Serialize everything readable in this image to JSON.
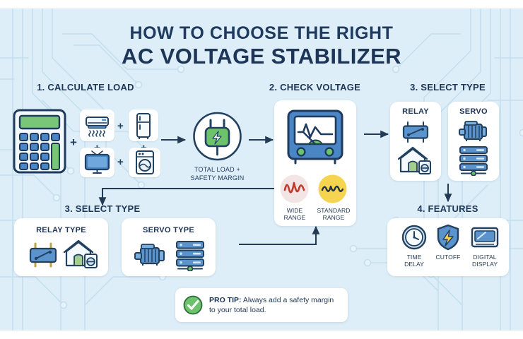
{
  "header": {
    "line1": "HOW TO CHOOSE THE RIGHT",
    "line2": "AC VOLTAGE STABILIZER"
  },
  "colors": {
    "background": "#ddeef8",
    "title": "#1d3557",
    "accent_blue": "#4a86c5",
    "accent_green": "#6cc36b",
    "card_white": "#ffffff",
    "arrow": "#243b55",
    "wide_range": "#c0392b",
    "standard_range": "#f5d44f"
  },
  "steps": {
    "step1": {
      "title": "1. CALCULATE LOAD",
      "appliances": [
        {
          "name": "air-conditioner",
          "plus_after": true
        },
        {
          "name": "refrigerator",
          "plus_after": false
        },
        {
          "name": "television",
          "plus_after": true
        },
        {
          "name": "washing-machine",
          "plus_after": false
        }
      ],
      "calculator_plus": "+",
      "total": {
        "icon": "plug-icon",
        "label": "TOTAL LOAD +\nSAFETY MARGIN"
      }
    },
    "step2": {
      "title": "2. CHECK VOLTAGE",
      "meter_icon": "voltage-meter-icon",
      "ranges": [
        {
          "icon": "wide-range-wave-icon",
          "label": "WIDE\nRANGE"
        },
        {
          "icon": "standard-range-wave-icon",
          "label": "STANDARD\nRANGE"
        }
      ]
    },
    "step3_top": {
      "title": "3. SELECT TYPE",
      "cards": [
        {
          "label": "RELAY",
          "icons": [
            "relay-component-icon",
            "house-icon"
          ]
        },
        {
          "label": "SERVO",
          "icons": [
            "motor-icon",
            "server-rack-icon"
          ]
        }
      ]
    },
    "step3_bottom": {
      "title": "3. SELECT TYPE",
      "cards": [
        {
          "label": "RELAY TYPE",
          "icons": [
            "relay-component-icon",
            "house-icon"
          ]
        },
        {
          "label": "SERVO TYPE",
          "icons": [
            "motor-icon",
            "server-rack-icon"
          ]
        }
      ]
    },
    "step4": {
      "title": "4. FEATURES",
      "features": [
        {
          "icon": "clock-icon",
          "label": "TIME\nDELAY"
        },
        {
          "icon": "shield-bolt-icon",
          "label": "CUTOFF"
        },
        {
          "icon": "monitor-icon",
          "label": "DIGITAL\nDISPLAY"
        }
      ]
    }
  },
  "protip": {
    "icon": "check-circle-icon",
    "bold_label": "PRO TIP:",
    "text": " Always add a safety margin to your total load."
  }
}
